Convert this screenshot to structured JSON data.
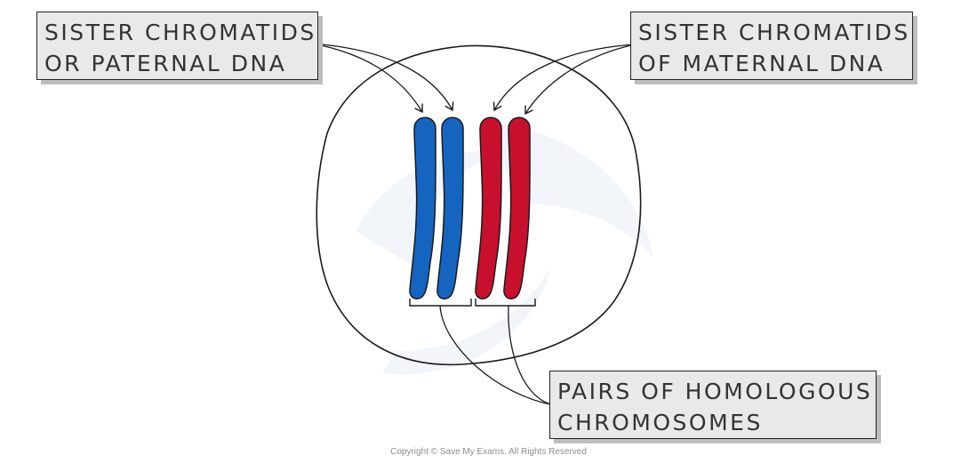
{
  "labels": {
    "paternal": [
      "SISTER CHROMATIDS",
      "OR PATERNAL DNA"
    ],
    "maternal": [
      "SISTER CHROMATIDS",
      "OF MATERNAL DNA"
    ],
    "homologous": [
      "PAIRS OF HOMOLOGOUS",
      "CHROMOSOMES"
    ]
  },
  "colors": {
    "paternal": "#1565c0",
    "maternal": "#c8102e",
    "outline": "#1a1a1a",
    "label_bg": "#e9e9e9"
  },
  "footer": {
    "copyright": "Copyright © Save My Exams. All Rights Reserved"
  }
}
